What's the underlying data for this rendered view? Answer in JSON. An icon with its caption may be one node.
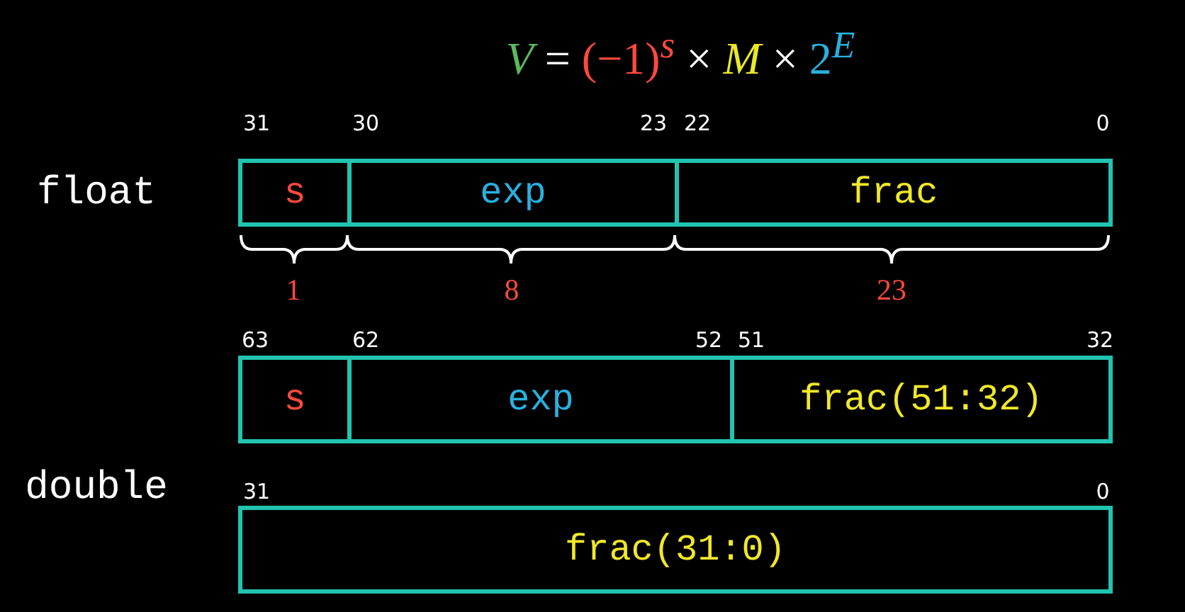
{
  "diagram": {
    "nodes": [
      {
        "text": [
          "s"
        ]
      },
      {
        "text": [
          "exp"
        ]
      },
      {
        "text": [
          "frac"
        ]
      },
      {
        "text": [
          "s"
        ]
      },
      {
        "text": [
          "exp"
        ]
      },
      {
        "text": [
          "frac(51:32)"
        ]
      },
      {
        "text": [
          "frac(31:0)"
        ]
      }
    ],
    "edges": [],
    "labels": [
      "V = (−1)$^{s}$ × M × 2$^{E}$",
      "31",
      "30",
      "23",
      "22",
      "0",
      "float",
      "1",
      "8",
      "23",
      "63",
      "62",
      "52",
      "51",
      "32",
      "double",
      "31",
      "0"
    ]
  }
}
